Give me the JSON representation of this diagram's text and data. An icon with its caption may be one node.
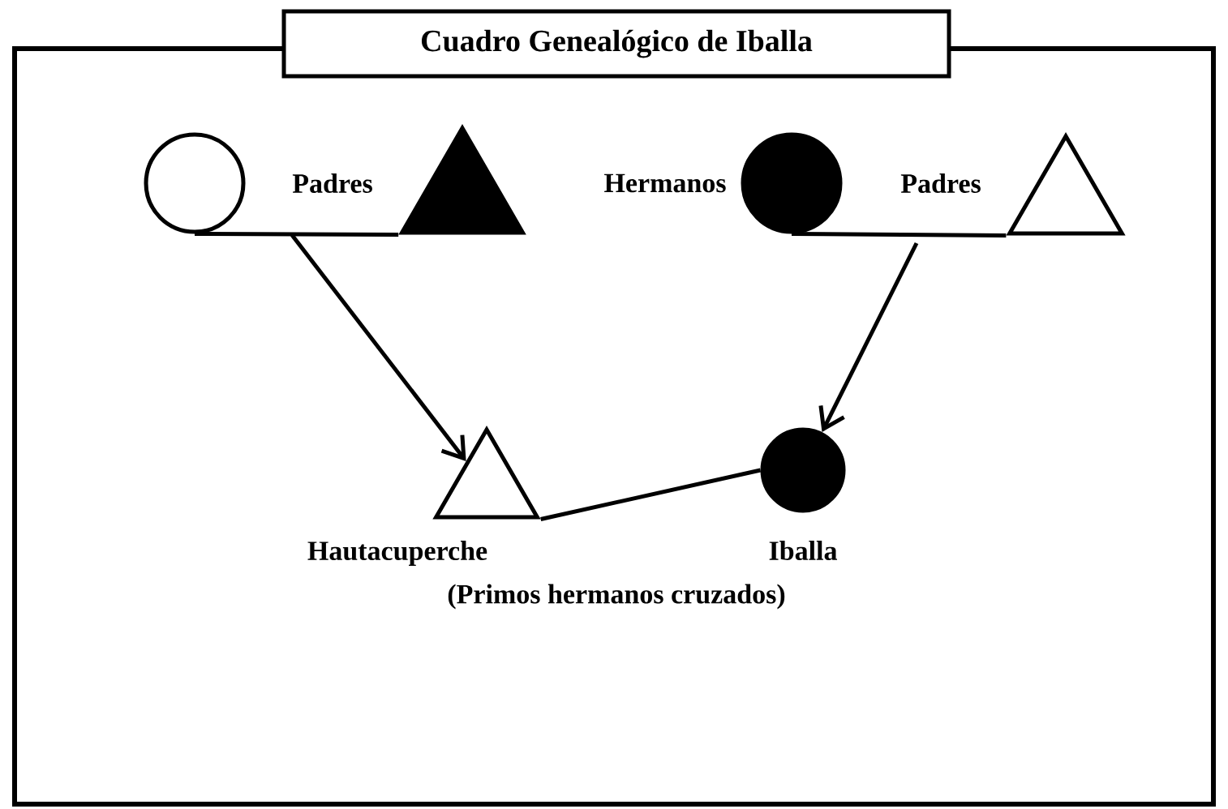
{
  "diagram": {
    "title": "Cuadro Genealógico de Iballa",
    "nodes": [
      {
        "text": [],
        "shape": "circle"
      },
      {
        "text": [],
        "shape": "triangle"
      },
      {
        "text": [],
        "shape": "circle"
      },
      {
        "text": [],
        "shape": "triangle"
      },
      {
        "text": [],
        "shape": "triangle",
        "beside": [
          "Hautacuperche"
        ]
      },
      {
        "text": [],
        "shape": "circle",
        "beside": [
          "Iballa"
        ]
      }
    ],
    "edges": [
      {
        "from": 0,
        "to": 1,
        "arrow": "none"
      },
      {
        "from": 2,
        "to": 3,
        "arrow": "none"
      },
      {
        "from": null,
        "to": 4,
        "arrow": "to"
      },
      {
        "from": null,
        "to": 5,
        "arrow": "to"
      },
      {
        "from": 4,
        "to": 5,
        "arrow": "none"
      }
    ],
    "labels": [
      "Padres",
      "Hermanos",
      "Padres",
      "(Primos hermanos cruzados)"
    ]
  }
}
